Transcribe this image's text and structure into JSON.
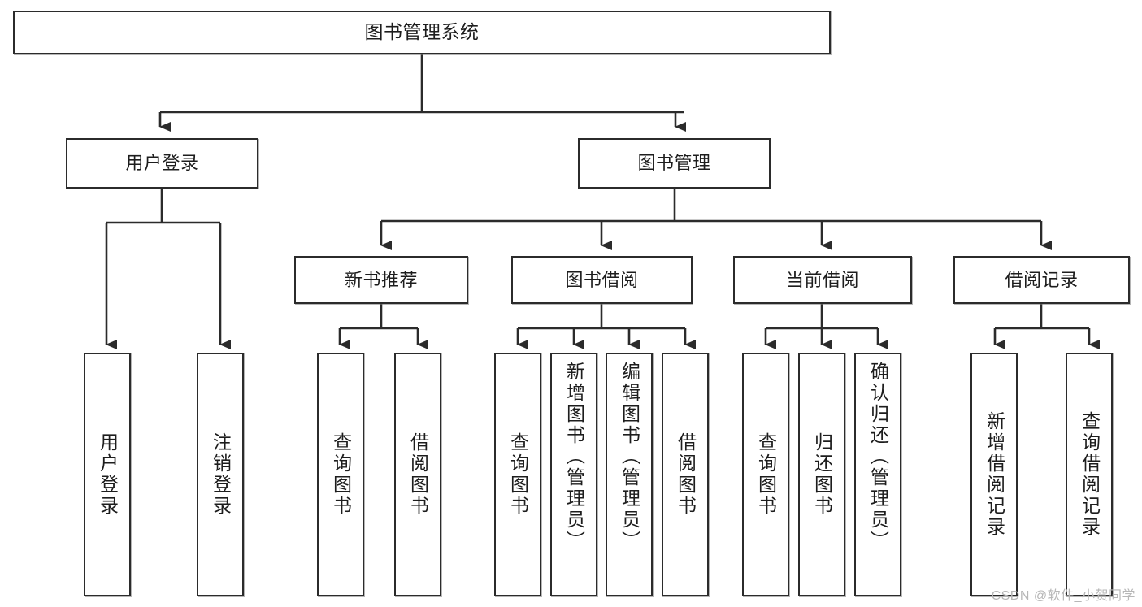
{
  "diagram": {
    "title": "图书管理系统",
    "type": "tree",
    "levels": 4,
    "colors": {
      "box_border": "#2b2b2b",
      "box_fill": "#ffffff",
      "connector": "#2b2b2b",
      "text": "#1d1d1d",
      "watermark": "#b7b7b7"
    },
    "nodes": {
      "root": {
        "label": "图书管理系统"
      },
      "level2": [
        {
          "id": "user-login",
          "label": "用户登录"
        },
        {
          "id": "book-manage",
          "label": "图书管理"
        }
      ],
      "level3": [
        {
          "id": "new-book-recommend",
          "label": "新书推荐"
        },
        {
          "id": "book-borrow",
          "label": "图书借阅"
        },
        {
          "id": "current-borrow",
          "label": "当前借阅"
        },
        {
          "id": "borrow-record",
          "label": "借阅记录"
        }
      ],
      "leaves": [
        {
          "id": "leaf-user-login",
          "label": "用户登录",
          "parent": "user-login"
        },
        {
          "id": "leaf-logout",
          "label": "注销登录",
          "parent": "user-login"
        },
        {
          "id": "leaf-query-book-1",
          "label": "查询图书",
          "parent": "new-book-recommend"
        },
        {
          "id": "leaf-borrow-book-1",
          "label": "借阅图书",
          "parent": "new-book-recommend"
        },
        {
          "id": "leaf-query-book-2",
          "label": "查询图书",
          "parent": "book-borrow"
        },
        {
          "id": "leaf-add-book",
          "label": "新增图书（管理员）",
          "parent": "book-borrow"
        },
        {
          "id": "leaf-edit-book",
          "label": "编辑图书（管理员）",
          "parent": "book-borrow"
        },
        {
          "id": "leaf-borrow-book-2",
          "label": "借阅图书",
          "parent": "book-borrow"
        },
        {
          "id": "leaf-query-book-3",
          "label": "查询图书",
          "parent": "current-borrow"
        },
        {
          "id": "leaf-return-book",
          "label": "归还图书",
          "parent": "current-borrow"
        },
        {
          "id": "leaf-confirm-return",
          "label": "确认归还（管理员）",
          "parent": "current-borrow"
        },
        {
          "id": "leaf-add-record",
          "label": "新增借阅记录",
          "parent": "borrow-record"
        },
        {
          "id": "leaf-query-record",
          "label": "查询借阅记录",
          "parent": "borrow-record"
        }
      ]
    },
    "watermark": "CSDN @软件_小贺同学"
  }
}
